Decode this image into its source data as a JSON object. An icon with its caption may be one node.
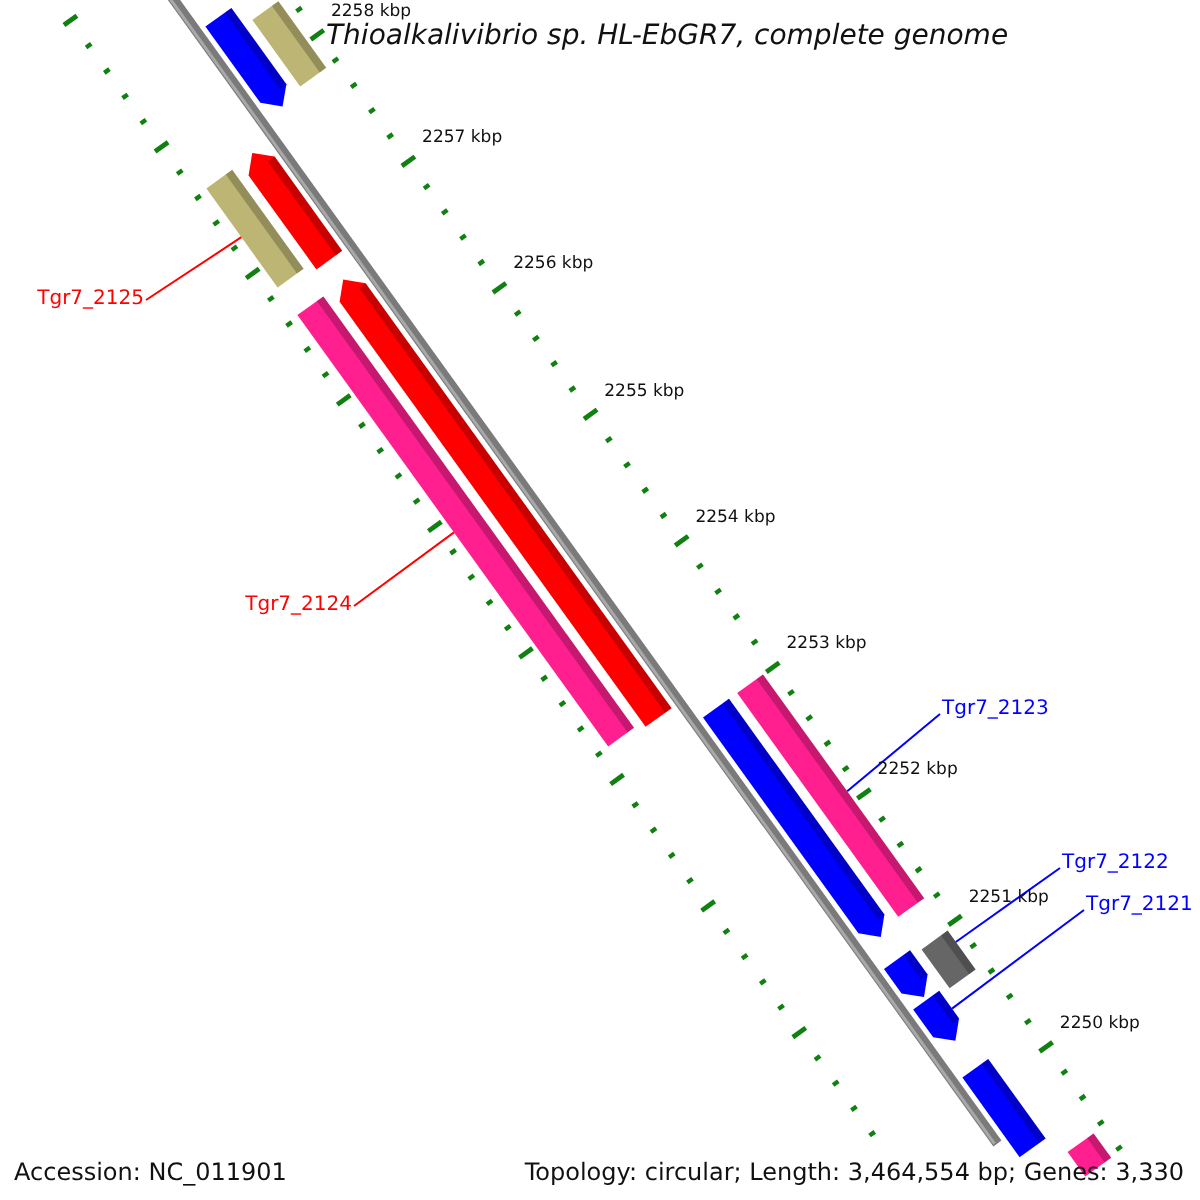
{
  "diagram": {
    "title": "Thioalkalivibrio sp. HL-EbGR7, complete genome",
    "nodes": [
      {
        "text": [
          "Tgr7_2125"
        ]
      },
      {
        "text": [
          "Tgr7_2124"
        ]
      },
      {
        "text": [
          "Tgr7_2123"
        ]
      },
      {
        "text": [
          "Tgr7_2122"
        ]
      },
      {
        "text": [
          "Tgr7_2121"
        ]
      },
      {
        "text": [],
        "shape": "bar"
      },
      {
        "text": [],
        "shape": "pentagon"
      },
      {
        "text": [],
        "shape": "pentagon"
      },
      {
        "text": [],
        "shape": "bar"
      },
      {
        "text": [],
        "shape": "pentagon"
      },
      {
        "text": [],
        "shape": "bar"
      },
      {
        "text": [],
        "shape": "pentagon"
      },
      {
        "text": [],
        "shape": "bar"
      },
      {
        "text": [],
        "shape": "bar"
      },
      {
        "text": [],
        "shape": "pentagon"
      },
      {
        "text": [],
        "shape": "pentagon"
      },
      {
        "text": [],
        "shape": "bar"
      },
      {
        "text": [],
        "shape": "bar"
      }
    ],
    "edges": [
      {
        "from": 0,
        "to": 8,
        "arrow": "none",
        "color": "#ff0000"
      },
      {
        "from": 1,
        "to": 10,
        "arrow": "none",
        "color": "#ff0000"
      },
      {
        "from": 2,
        "to": 12,
        "arrow": "none"
      },
      {
        "from": 3,
        "to": 13,
        "arrow": "none"
      },
      {
        "from": 4,
        "to": 15,
        "arrow": "none"
      }
    ],
    "labels": [
      "2258 kbp",
      "2257 kbp",
      "2256 kbp",
      "2255 kbp",
      "2254 kbp",
      "2253 kbp",
      "2252 kbp",
      "2251 kbp",
      "2250 kbp",
      "Accession: NC_011901",
      "Topology: circular; Length: 3,464,554 bp; Genes: 3,330"
    ]
  }
}
